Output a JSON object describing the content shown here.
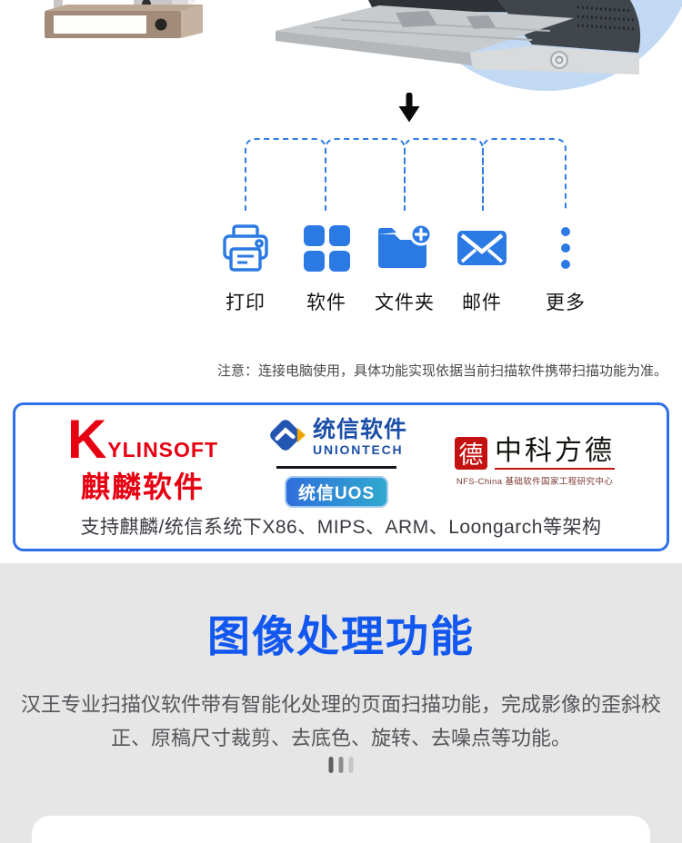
{
  "features": {
    "items": [
      {
        "icon": "printer-icon",
        "label": "打印"
      },
      {
        "icon": "apps-grid-icon",
        "label": "软件"
      },
      {
        "icon": "folder-plus-icon",
        "label": "文件夹"
      },
      {
        "icon": "mail-icon",
        "label": "邮件"
      },
      {
        "icon": "more-dots-icon",
        "label": "更多"
      }
    ],
    "note": "注意：连接电脑使用，具体功能实现依据当前扫描软件携带扫描功能为准。"
  },
  "compatibility": {
    "kylin": {
      "initial": "K",
      "rest": "YLINSOFT",
      "name": "麒麟软件"
    },
    "uniontech": {
      "name": "统信软件",
      "wordmark": "UNIONTECH",
      "badge": "统信UOS"
    },
    "fangde": {
      "seal": "德",
      "name": "中科方德",
      "subtitle": "NFS-China 基础软件国家工程研究中心"
    },
    "support_text": "支持麒麟/统信系统下X86、MIPS、ARM、Loongarch等架构"
  },
  "image_processing": {
    "title": "图像处理功能",
    "description": "汉王专业扫描仪软件带有智能化处理的页面扫描功能，完成影像的歪斜校正、原稿尺寸裁剪、去底色、旋转、去噪点等功能。"
  },
  "colors": {
    "accent_blue": "#2B7AE4",
    "box_border_blue": "#2E6FE8",
    "title_blue": "#1257F0",
    "kylin_red": "#E60012",
    "uniontech_blue": "#1C4FA8",
    "fangde_red": "#C41212",
    "section_bg": "#E6E6E6",
    "hero_circle_blue": "#C2D9F4"
  }
}
